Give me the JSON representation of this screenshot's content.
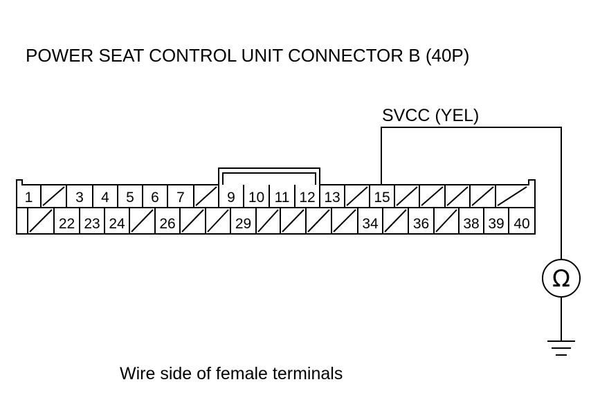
{
  "title": "POWER SEAT CONTROL UNIT CONNECTOR B (40P)",
  "wire_label": "SVCC (YEL)",
  "caption": "Wire side of female terminals",
  "meter_symbol": "Ω",
  "connector": {
    "top_row": [
      "1",
      "",
      "3",
      "4",
      "5",
      "6",
      "7",
      "",
      "9",
      "10",
      "11",
      "12",
      "13",
      "",
      "15",
      "",
      "",
      "",
      "",
      ""
    ],
    "bottom_row": [
      "",
      "",
      "22",
      "23",
      "24",
      "",
      "26",
      "",
      "",
      "29",
      "",
      "",
      "",
      "",
      "34",
      "",
      "36",
      "",
      "38",
      "39",
      "40"
    ]
  }
}
